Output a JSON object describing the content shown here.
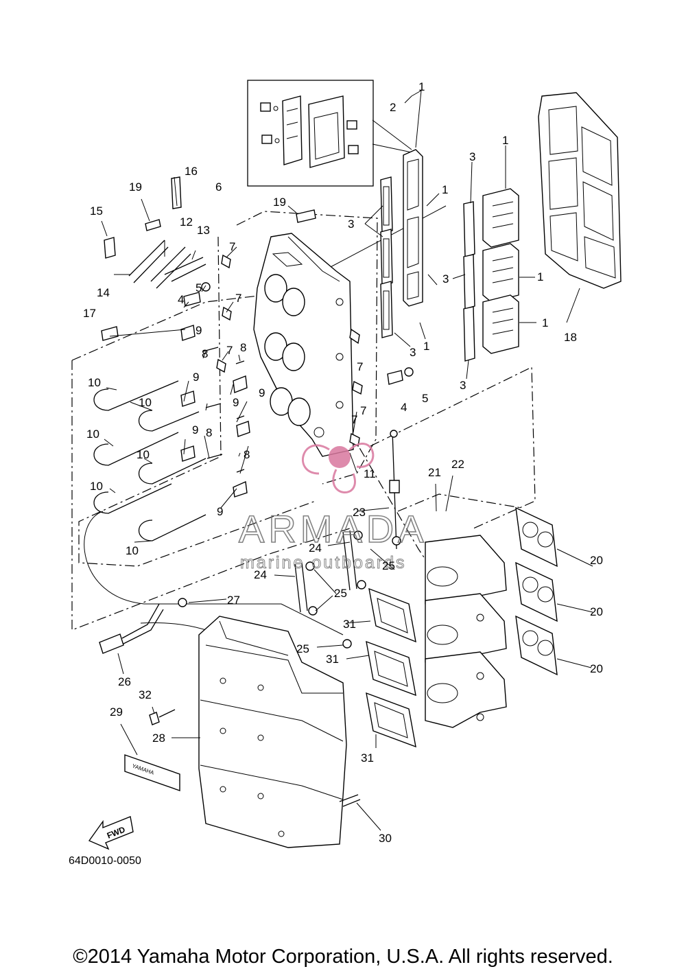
{
  "diagram": {
    "code": "64D0010-0050",
    "fwd_label": "FWD",
    "plate_text": "YAMAHA",
    "watermark": {
      "brand": "ARMADA",
      "tagline": "marine outboards",
      "color": "#d9779e"
    },
    "labels": [
      {
        "id": "1",
        "text": "1"
      },
      {
        "id": "2",
        "text": "2"
      },
      {
        "id": "3",
        "text": "3"
      },
      {
        "id": "4",
        "text": "4"
      },
      {
        "id": "5",
        "text": "5"
      },
      {
        "id": "6",
        "text": "6"
      },
      {
        "id": "7",
        "text": "7"
      },
      {
        "id": "8",
        "text": "8"
      },
      {
        "id": "9",
        "text": "9"
      },
      {
        "id": "10",
        "text": "10"
      },
      {
        "id": "11",
        "text": "11"
      },
      {
        "id": "12",
        "text": "12"
      },
      {
        "id": "13",
        "text": "13"
      },
      {
        "id": "14",
        "text": "14"
      },
      {
        "id": "15",
        "text": "15"
      },
      {
        "id": "16",
        "text": "16"
      },
      {
        "id": "17",
        "text": "17"
      },
      {
        "id": "18",
        "text": "18"
      },
      {
        "id": "19",
        "text": "19"
      },
      {
        "id": "20",
        "text": "20"
      },
      {
        "id": "21",
        "text": "21"
      },
      {
        "id": "22",
        "text": "22"
      },
      {
        "id": "23",
        "text": "23"
      },
      {
        "id": "24",
        "text": "24"
      },
      {
        "id": "25",
        "text": "25"
      },
      {
        "id": "26",
        "text": "26"
      },
      {
        "id": "27",
        "text": "27"
      },
      {
        "id": "28",
        "text": "28"
      },
      {
        "id": "29",
        "text": "29"
      },
      {
        "id": "30",
        "text": "30"
      },
      {
        "id": "31",
        "text": "31"
      },
      {
        "id": "32",
        "text": "32"
      }
    ]
  },
  "footer": {
    "copyright": "©2014 Yamaha Motor Corporation, U.S.A. All rights reserved."
  }
}
